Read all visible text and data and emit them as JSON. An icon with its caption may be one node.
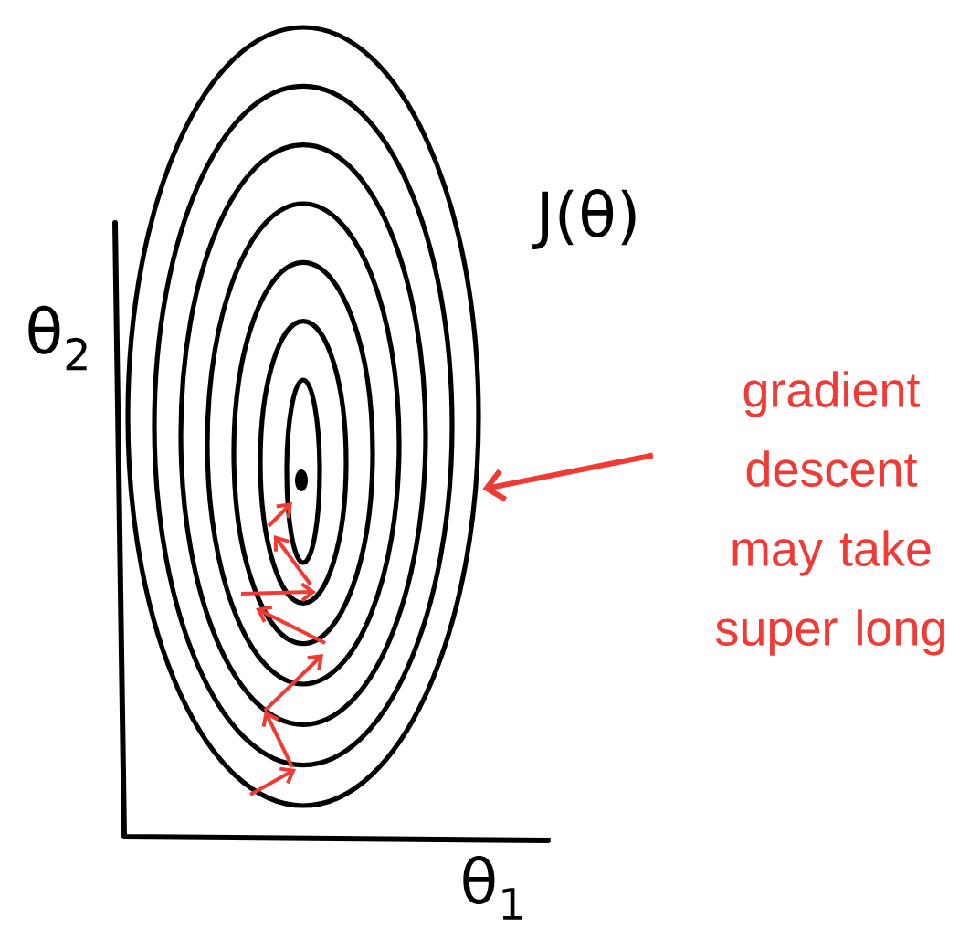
{
  "diagram": {
    "nodes": [
      {
        "text": [],
        "shape": "picture"
      },
      {
        "text": [
          "gradient descent may take super long"
        ]
      }
    ],
    "edges": [
      {
        "from": 1,
        "to": 0,
        "arrow": "to",
        "color": "#f03a35"
      }
    ],
    "labels": [
      "J(θ)",
      "θ$_{2}$",
      "θ$_{1}$"
    ]
  }
}
